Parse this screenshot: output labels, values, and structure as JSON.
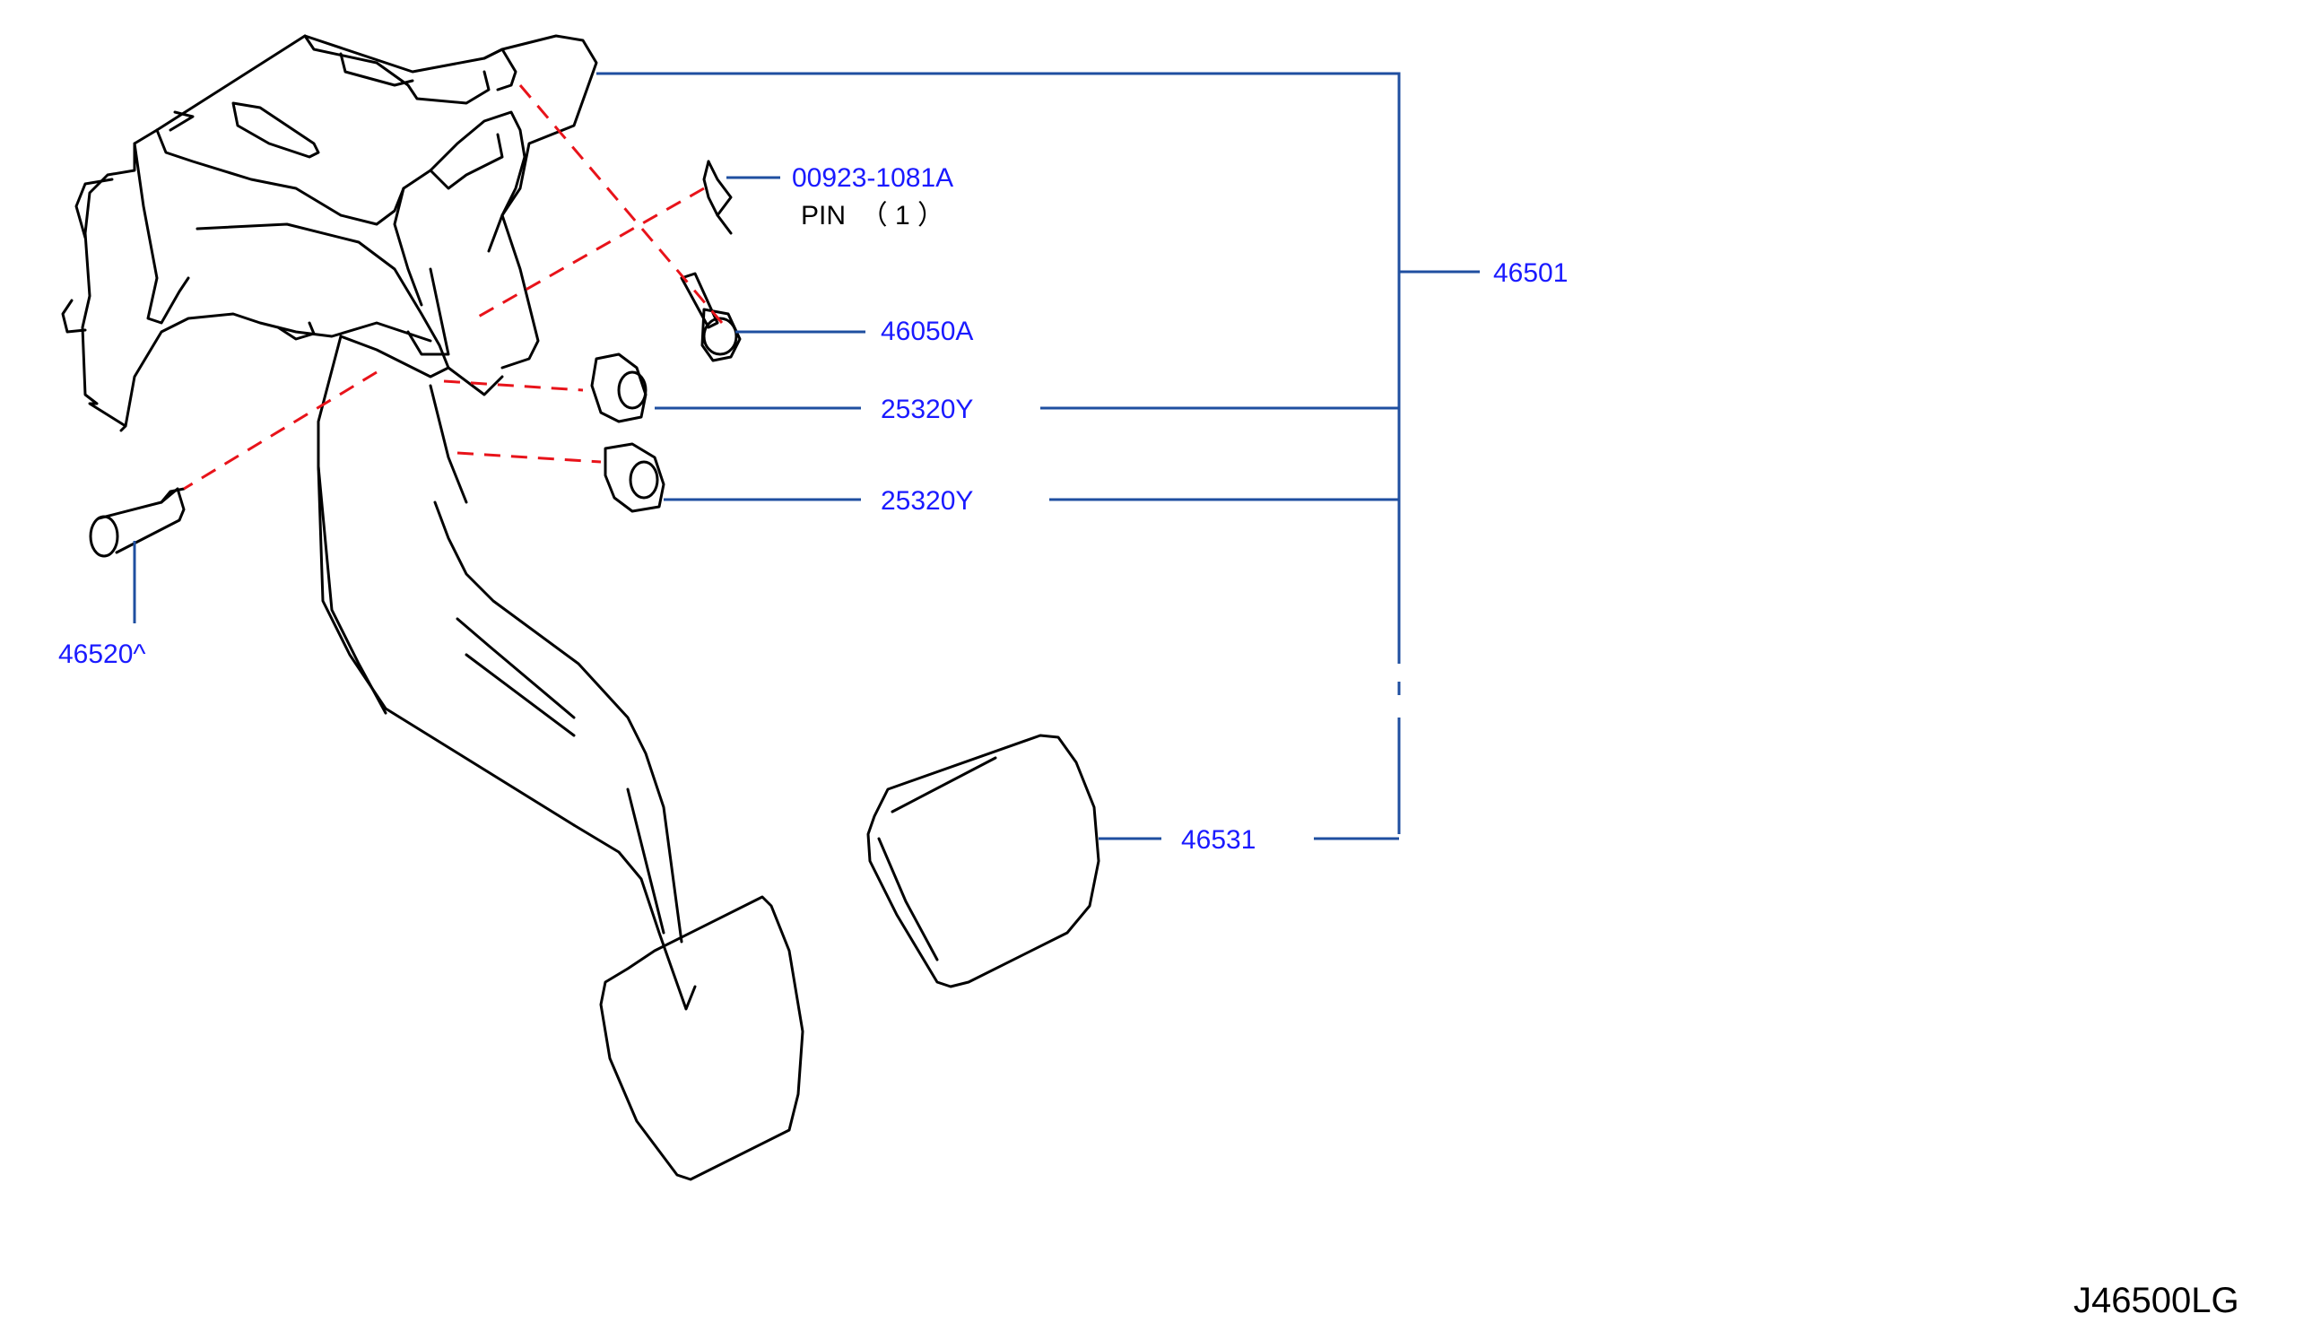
{
  "colors": {
    "callout_text": "#1a1aff",
    "leader_line": "#1f4fa0",
    "assembly_line": "#e8131a",
    "part_outline": "#000000"
  },
  "callouts": {
    "pin_number": "00923-1081A",
    "pin_note": "PIN  （ 1 ）",
    "bolt": "46050A",
    "bushing_upper": "25320Y",
    "bushing_lower": "25320Y",
    "assembly": "46501",
    "pivot_pin": "46520^",
    "pedal_pad": "46531"
  },
  "diagram_id": "J46500LG"
}
